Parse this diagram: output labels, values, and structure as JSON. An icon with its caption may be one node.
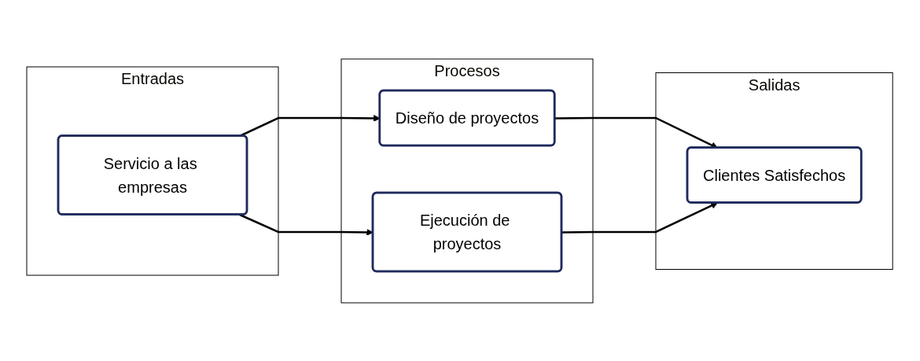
{
  "diagram": {
    "nodes": [
      {
        "text": [
          "Entradas"
        ]
      },
      {
        "text": [
          "Procesos"
        ]
      },
      {
        "text": [
          "Salidas"
        ]
      },
      {
        "text": [
          "Servicio a las empresas"
        ],
        "in": 0
      },
      {
        "text": [
          "Diseño de proyectos"
        ],
        "in": 1
      },
      {
        "text": [
          "Ejecución de proyectos"
        ],
        "in": 1
      },
      {
        "text": [
          "Clientes Satisfechos"
        ],
        "in": 2
      }
    ],
    "edges": [
      {
        "from": 3,
        "to": 4,
        "arrow": "to"
      },
      {
        "from": 3,
        "to": 5,
        "arrow": "to"
      },
      {
        "from": 4,
        "to": 6,
        "arrow": "to"
      },
      {
        "from": 5,
        "to": 6,
        "arrow": "to"
      }
    ]
  }
}
